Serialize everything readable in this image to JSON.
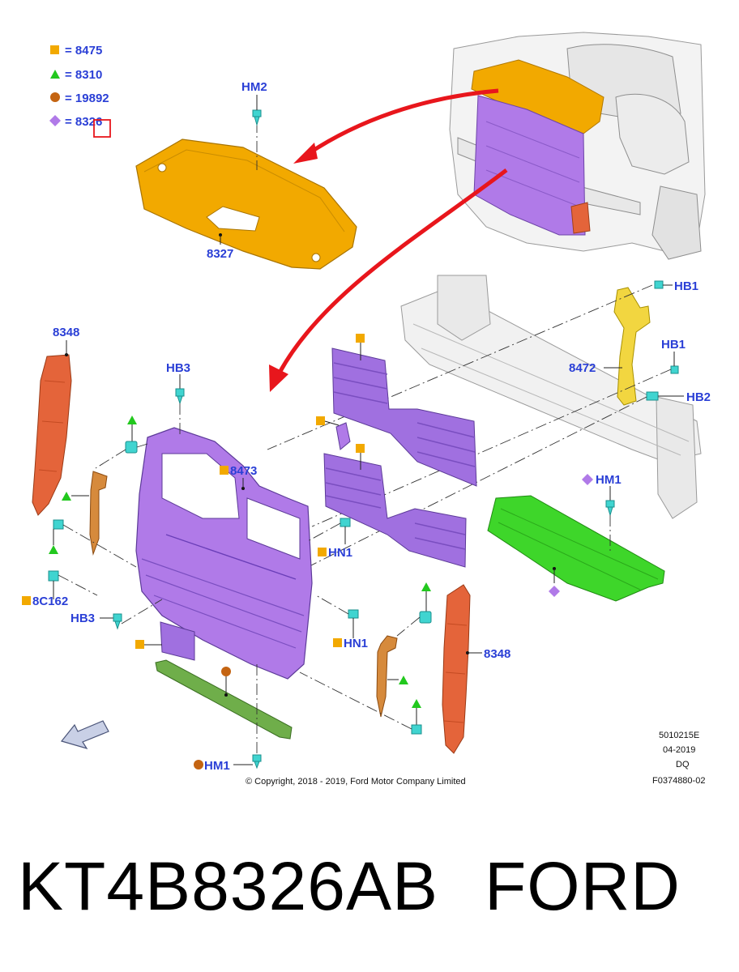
{
  "legend": {
    "items": [
      {
        "symbol": "square",
        "color": "#f2a900",
        "text": "= 8475"
      },
      {
        "symbol": "triangle",
        "color": "#22c81e",
        "text": "= 8310"
      },
      {
        "symbol": "circle",
        "color": "#c46412",
        "text": "= 19892"
      },
      {
        "symbol": "diamond",
        "color": "#b07ae8",
        "text": "= 8326"
      }
    ]
  },
  "colors": {
    "label": "#2a3fd6",
    "yellow_part": "#f2a900",
    "purple_part": "#b07ae8",
    "green_part": "#3ed62a",
    "orange_part": "#e4643a",
    "fastener": "#40d4d0",
    "arrow": "#e8161c",
    "highlight_box": "#e8161c"
  },
  "callouts": {
    "hm2": "HM2",
    "p8327": "8327",
    "p8348_left": "8348",
    "hb3_top": "HB3",
    "p8473": "8473",
    "hn1_top": "HN1",
    "p8c162": "8C162",
    "hb3_bottom": "HB3",
    "hn1_bottom": "HN1",
    "hm1_bottom": "HM1",
    "hb1_top": "HB1",
    "hb1_mid": "HB1",
    "hb2": "HB2",
    "p8472": "8472",
    "hm1_right": "HM1",
    "p8348_right": "8348"
  },
  "info": {
    "line1": "5010215E",
    "line2": "04-2019",
    "line3": "DQ",
    "line4": "F0374880-02"
  },
  "copyright": "© Copyright, 2018 - 2019, Ford Motor Company Limited",
  "footer": {
    "part_number": "KT4B8326AB",
    "brand": "FORD"
  }
}
